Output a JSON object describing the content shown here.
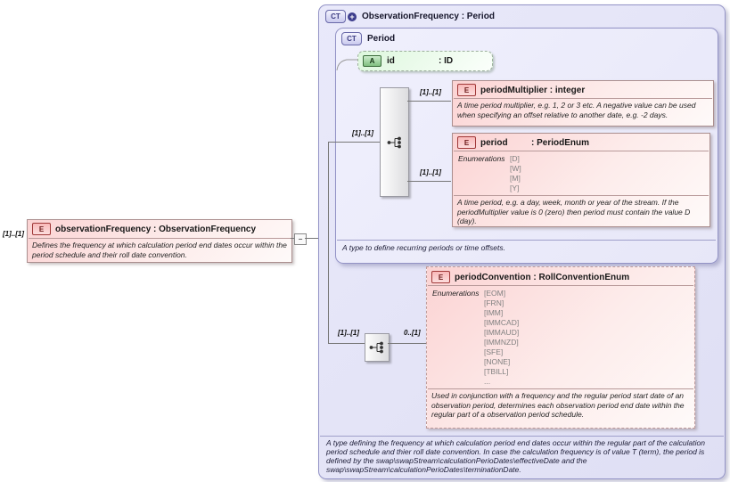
{
  "colors": {
    "type_lavender": "#e7e7f9",
    "element_pink": "#fbd3d3",
    "attribute_green": "#ddf7dd",
    "connector_grey": "#dcdcdf"
  },
  "icons": {
    "plus": "+",
    "minus": "−",
    "sequence": "sequence-icon"
  },
  "root_element": {
    "cardinality": "[1]..[1]",
    "badge": "E",
    "title": "observationFrequency : ObservationFrequency",
    "description": "Defines the frequency at which calculation period end dates occur within the period schedule and their roll date convention."
  },
  "outer_type": {
    "badge": "CT",
    "title": "ObservationFrequency : Period",
    "footer": "A type defining the frequency at which calculation period end dates occur within the regular part of the calculation period schedule and thier roll date convention. In case the calculation frequency is of value T (term), the period is defined by the swap\\swapStream\\calculationPerioDates\\effectiveDate and the swap\\swapStream\\calculationPerioDates\\terminationDate."
  },
  "base_type": {
    "badge": "CT",
    "title": "Period",
    "footer": "A type to define recurring periods or time offsets.",
    "seq_input_cardinality": "[1]..[1]",
    "attribute": {
      "badge": "A",
      "name": "id",
      "type": ": ID"
    },
    "elements": [
      {
        "badge": "E",
        "title": "periodMultiplier : integer",
        "cardinality": "[1]..[1]",
        "description": "A time period multiplier, e.g. 1, 2 or 3 etc. A negative value can be used when specifying an offset relative to another date, e.g. -2 days."
      },
      {
        "badge": "E",
        "name": "period",
        "type": ": PeriodEnum",
        "cardinality": "[1]..[1]",
        "enum_label": "Enumerations",
        "enums": [
          "[D]",
          "[W]",
          "[M]",
          "[Y]"
        ],
        "description": "A time period, e.g. a day, week, month or year of the stream. If the periodMultiplier value is 0 (zero) then period must contain the value D (day)."
      }
    ]
  },
  "extension": {
    "seq_input_cardinality": "[1]..[1]",
    "element_cardinality": "0..[1]",
    "element": {
      "badge": "E",
      "title": "periodConvention : RollConventionEnum",
      "enum_label": "Enumerations",
      "enums": [
        "[EOM]",
        "[FRN]",
        "[IMM]",
        "[IMMCAD]",
        "[IMMAUD]",
        "[IMMNZD]",
        "[SFE]",
        "[NONE]",
        "[TBILL]",
        "..."
      ],
      "description": "Used in conjunction with a frequency and the regular period start date of an observation period, determines each observation period end date within the regular part of a observation period schedule."
    }
  }
}
